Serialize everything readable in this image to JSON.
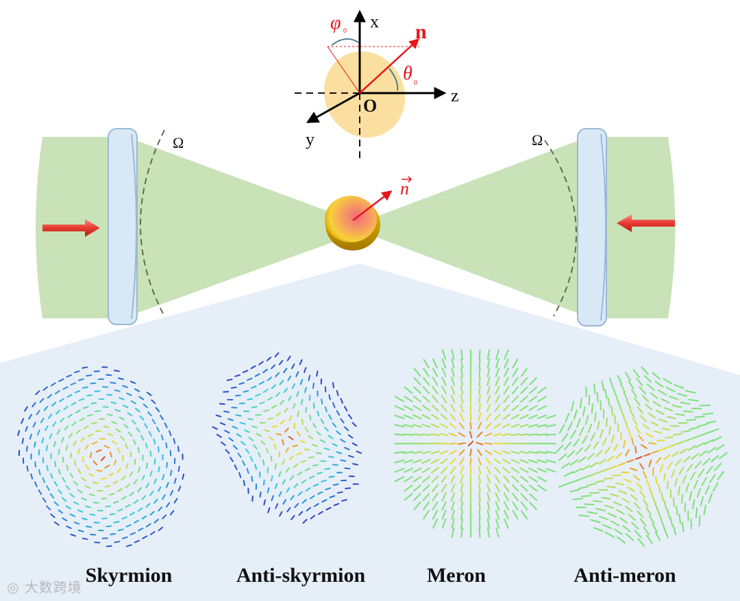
{
  "axes": {
    "x_label": "x",
    "y_label": "y",
    "z_label": "z",
    "origin_label": "O",
    "n_label": "n",
    "phi_label": "φ",
    "phi_sub": "0",
    "theta_label": "θ",
    "theta_sub": "0"
  },
  "omega_label": "Ω",
  "particle_vector_label": "n",
  "panels": [
    {
      "label": "Skyrmion",
      "pattern": "skyrmion"
    },
    {
      "label": "Anti-skyrmion",
      "pattern": "antiskyrmion"
    },
    {
      "label": "Meron",
      "pattern": "meron"
    },
    {
      "label": "Anti-meron",
      "pattern": "antimeron"
    }
  ],
  "watermark": "大数跨境",
  "colors": {
    "beam": "#c9e2b8",
    "panel_bg": "#e6eef8",
    "lens": "#d8e8f5",
    "arrow_red": "#e8312f",
    "ellipse": "#f9dc96"
  }
}
